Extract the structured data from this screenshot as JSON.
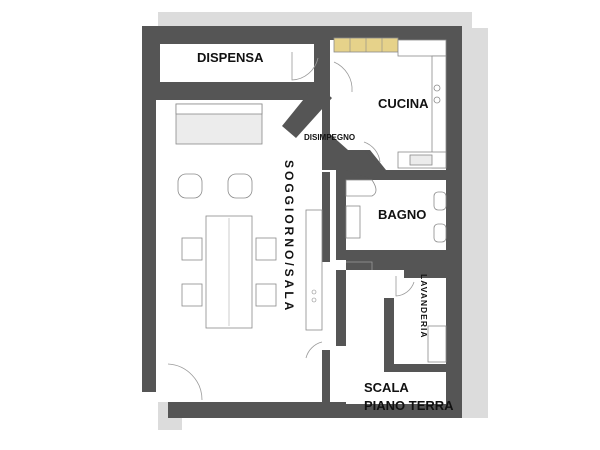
{
  "plan": {
    "rooms": {
      "dispensa": "DISPENSA",
      "cucina": "CUCINA",
      "disimpegno": "DISIMPEGNO",
      "soggiorno": "SOGGIORNO/SALA",
      "bagno": "BAGNO",
      "lavanderia": "LAVANDERIA",
      "scala_line1": "SCALA",
      "scala_line2": "PIANO TERRA"
    },
    "colors": {
      "wall": "#555555",
      "shadow": "#dcdcdc",
      "floor": "#ffffff",
      "cabinet_accent": "#e6d28a"
    }
  }
}
